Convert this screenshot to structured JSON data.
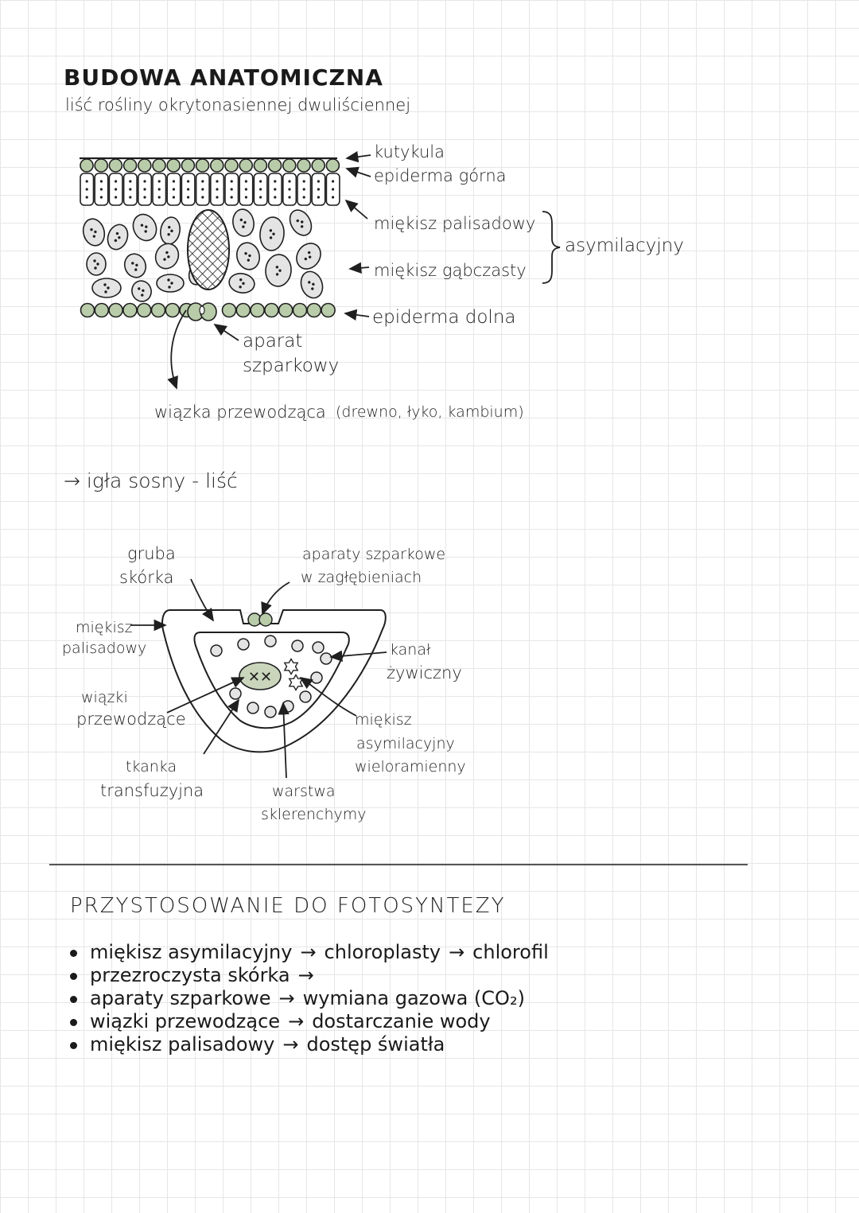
{
  "colors": {
    "ink": "#1f1f1f",
    "cell_fill": "#e4e4e4",
    "leaf_green": "#b9ccaa",
    "bundle_green": "#c9d6bc"
  },
  "section1": {
    "title": "BUDOWA ANATOMICZNA",
    "subtitle": "liść rośliny okrytonasiennej dwuliściennej",
    "labels": {
      "kutykula": "kutykula",
      "epiderma_gorna": "epiderma górna",
      "miekisz_palisadowy": "miękisz palisadowy",
      "miekisz_gabczasty": "miękisz gąbczasty",
      "asymilacyjny": "asymilacyjny",
      "epiderma_dolna": "epiderma dolna",
      "aparat_1": "aparat",
      "aparat_2": "szparkowy",
      "wiazka": "wiązka przewodząca",
      "wiazka_detail": "(drewno, łyko, kambium)"
    }
  },
  "section2": {
    "heading": "→ igła sosny - liść",
    "labels": {
      "gruba_1": "gruba",
      "gruba_2": "skórka",
      "aparaty_1": "aparaty szparkowe",
      "aparaty_2": "w zagłębieniach",
      "miekisz_pal_1": "miękisz",
      "miekisz_pal_2": "palisadowy",
      "kanal_1": "kanał",
      "kanal_2": "żywiczny",
      "wiazki_1": "wiązki",
      "wiazki_2": "przewodzące",
      "miekisz_asym_1": "miękisz",
      "miekisz_asym_2": "asymilacyjny",
      "miekisz_asym_3": "wieloramienny",
      "tkanka_1": "tkanka",
      "tkanka_2": "transfuzyjna",
      "warstwa_1": "warstwa",
      "warstwa_2": "sklerenchymy"
    }
  },
  "section3": {
    "heading": "PRZYSTOSOWANIE DO FOTOSYNTEZY",
    "items": [
      {
        "text": "miękisz asymilacyjny",
        "arrow": "→",
        "result": "chloroplasty",
        "arrow2": "→",
        "result2": "chlorofil"
      },
      {
        "text": "przezroczysta skórka",
        "arrow": "→",
        "result": "",
        "arrow2": "",
        "result2": ""
      },
      {
        "text": "aparaty szparkowe",
        "arrow": "→",
        "result": "wymiana gazowa (CO₂)",
        "arrow2": "",
        "result2": ""
      },
      {
        "text": "wiązki przewodzące",
        "arrow": "→",
        "result": "dostarczanie wody",
        "arrow2": "",
        "result2": ""
      },
      {
        "text": "miękisz palisadowy",
        "arrow": "→",
        "result": "dostęp światła",
        "arrow2": "",
        "result2": ""
      }
    ]
  }
}
